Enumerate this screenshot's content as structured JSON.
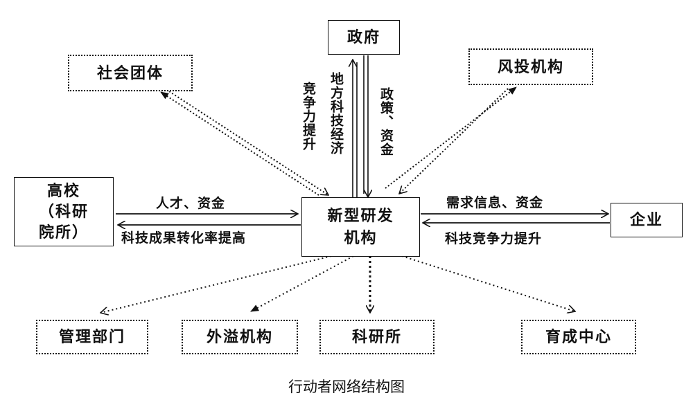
{
  "nodes": {
    "government": "政府",
    "social_groups": "社会团体",
    "venture_capital": "风投机构",
    "universities": "高校\n（科研\n院所）",
    "new_rd_institution": "新型研发\n机构",
    "enterprises": "企业",
    "management_departments": "管理部门",
    "spillover_institutions": "外溢机构",
    "research_institutes": "科研所",
    "incubation_centers": "育成中心"
  },
  "edge_labels": {
    "talent_funds": "人才、资金",
    "tech_conversion_rate": "科技成果转化率提高",
    "demand_info_funds": "需求信息、资金",
    "tech_competitiveness": "科技竞争力提升",
    "competitiveness_up": "竞争力提升",
    "local_sci_tech_economy": "地方科技经济",
    "policy_funds": "政策、资金"
  },
  "caption": "行动者网络结构图"
}
